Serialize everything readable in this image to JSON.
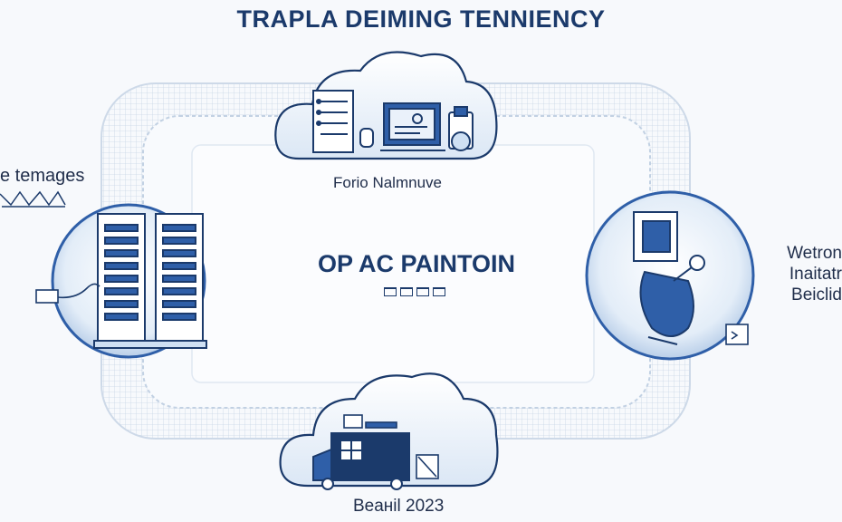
{
  "title": "TRAPLA DEIMING TENNIENCY",
  "center": {
    "title": "OP AC PAINTOIN"
  },
  "nodes": {
    "top": {
      "label": "Forio Nalmnuve"
    },
    "left": {
      "label": "e temages"
    },
    "right": {
      "lines": [
        "Wetron",
        "Inaitatr",
        "Beiclid"
      ]
    },
    "bottom": {
      "label": "Beaнil 2023"
    }
  },
  "colors": {
    "navy": "#1b3a6b",
    "accent_blue": "#2f5fa8",
    "light_blue": "#cfe0f3",
    "frame": "#d8e2ee"
  },
  "icons": [
    "cloud-icon",
    "server-rack-icon",
    "monitor-icon",
    "robot-icon",
    "delivery-truck-icon"
  ]
}
